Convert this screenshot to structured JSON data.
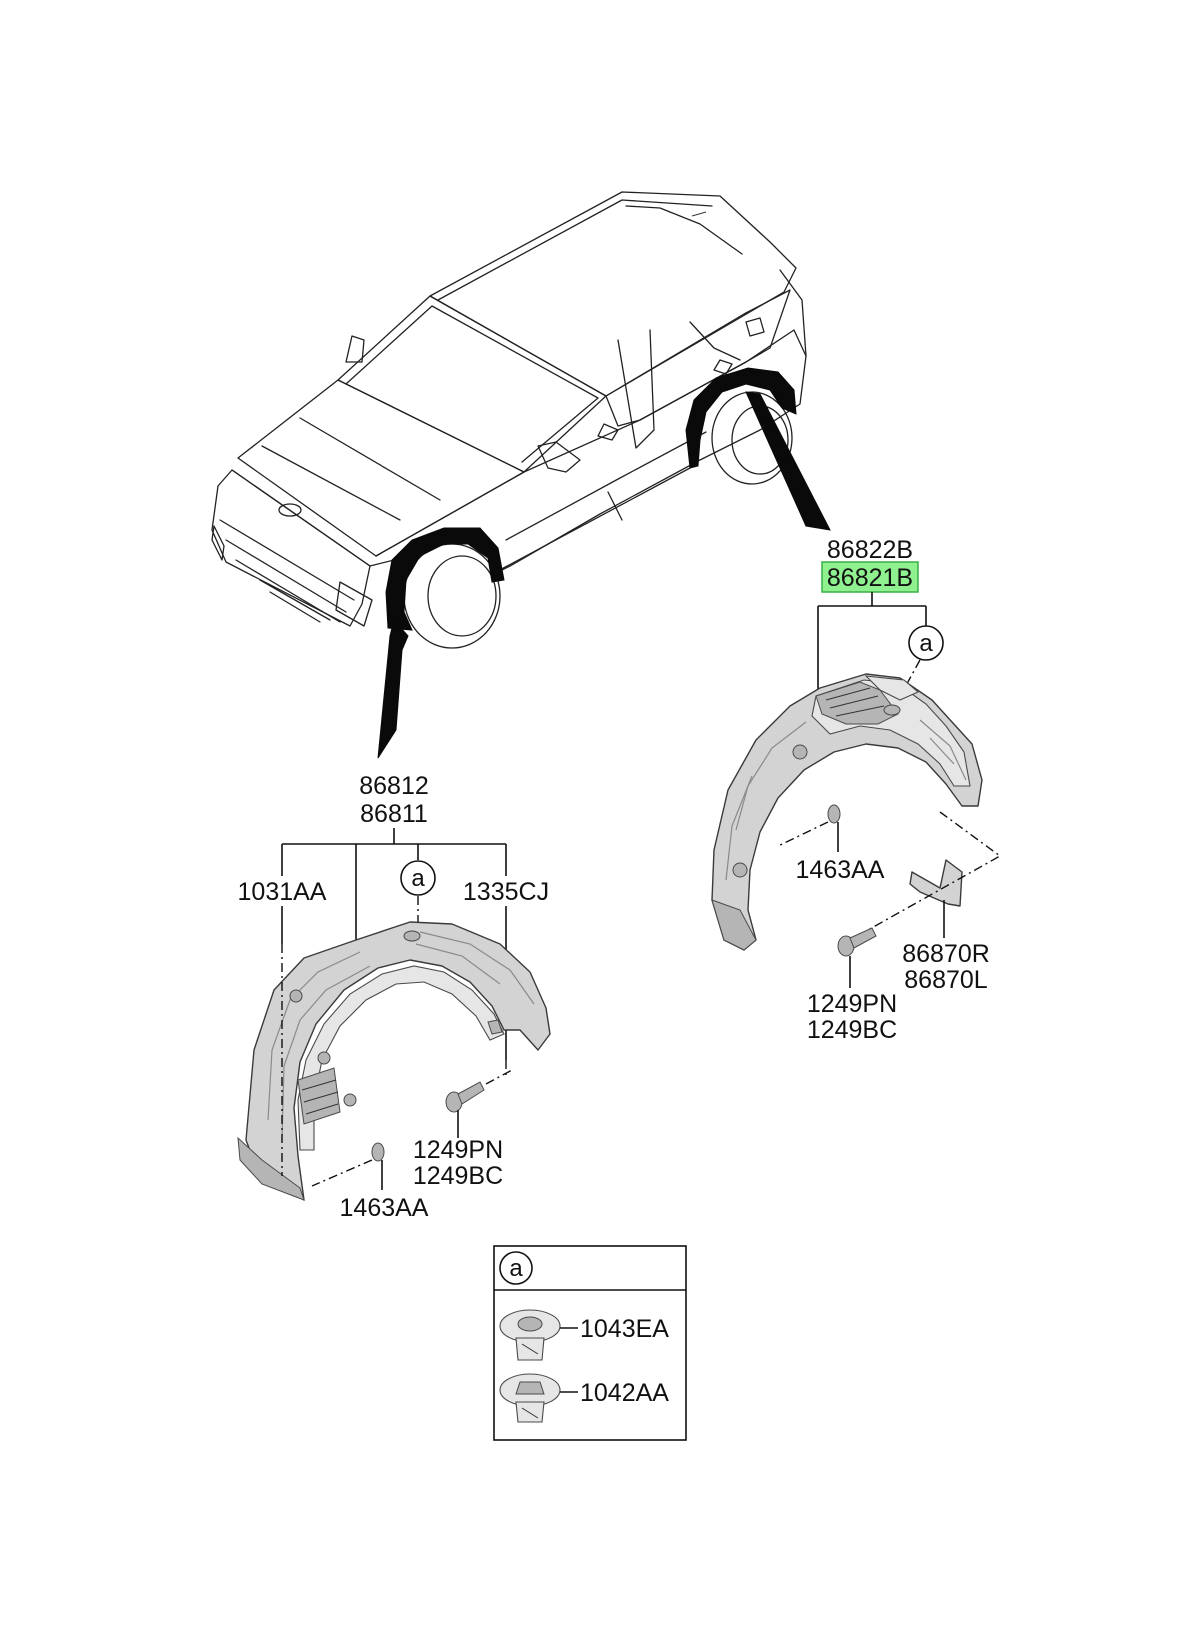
{
  "diagram": {
    "callout_letter": "a",
    "front_liner": {
      "part_numbers": [
        "86812",
        "86811"
      ],
      "clip_ref": "a",
      "labels": {
        "nut_left": "1031AA",
        "clip_right": "1335CJ",
        "screw": [
          "1249PN",
          "1249BC"
        ],
        "rivet": "1463AA"
      }
    },
    "rear_liner": {
      "part_numbers": [
        "86822B",
        "86821B"
      ],
      "highlighted_part": "86821B",
      "highlight_color": "#8ef08e",
      "clip_ref": "a",
      "labels": {
        "rivet": "1463AA",
        "mudguard": [
          "86870R",
          "86870L"
        ],
        "screw": [
          "1249PN",
          "1249BC"
        ]
      }
    },
    "legend": {
      "letter": "a",
      "items": [
        "1043EA",
        "1042AA"
      ]
    }
  }
}
